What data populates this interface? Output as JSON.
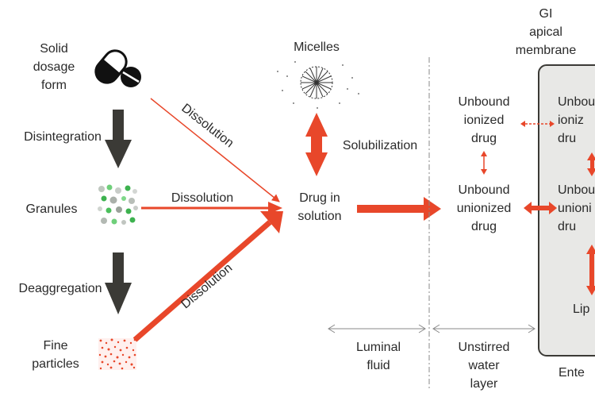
{
  "stages": {
    "solid": "Solid\ndosage\nform",
    "granules": "Granules",
    "fine": "Fine\nparticles"
  },
  "processes": {
    "disintegration": "Disintegration",
    "deaggregation": "Deaggregation",
    "dissolution_top": "Dissolution",
    "dissolution_mid": "Dissolution",
    "dissolution_bottom": "Dissolution",
    "solubilization": "Solubilization"
  },
  "center": {
    "micelles": "Micelles",
    "drug_in_solution": "Drug in\nsolution"
  },
  "species": {
    "unbound_ionized": "Unbound\nionized\ndrug",
    "unbound_unionized": "Unbound\nunionized\ndrug",
    "cell_ionized": "Unbou\nioniz\ndru",
    "cell_unionized": "Unbou\nunioni\ndru",
    "cell_lipid": "Lip"
  },
  "regions": {
    "membrane": "GI\napical\nmembrane",
    "luminal": "Luminal\nfluid",
    "unstirred": "Unstirred\nwater\nlayer",
    "enterocyte": "Ente"
  },
  "colors": {
    "accent": "#e8472a",
    "dark_arrow": "#3b3a36",
    "text": "#2a2a2a",
    "cell_fill": "#e8e8e6"
  }
}
